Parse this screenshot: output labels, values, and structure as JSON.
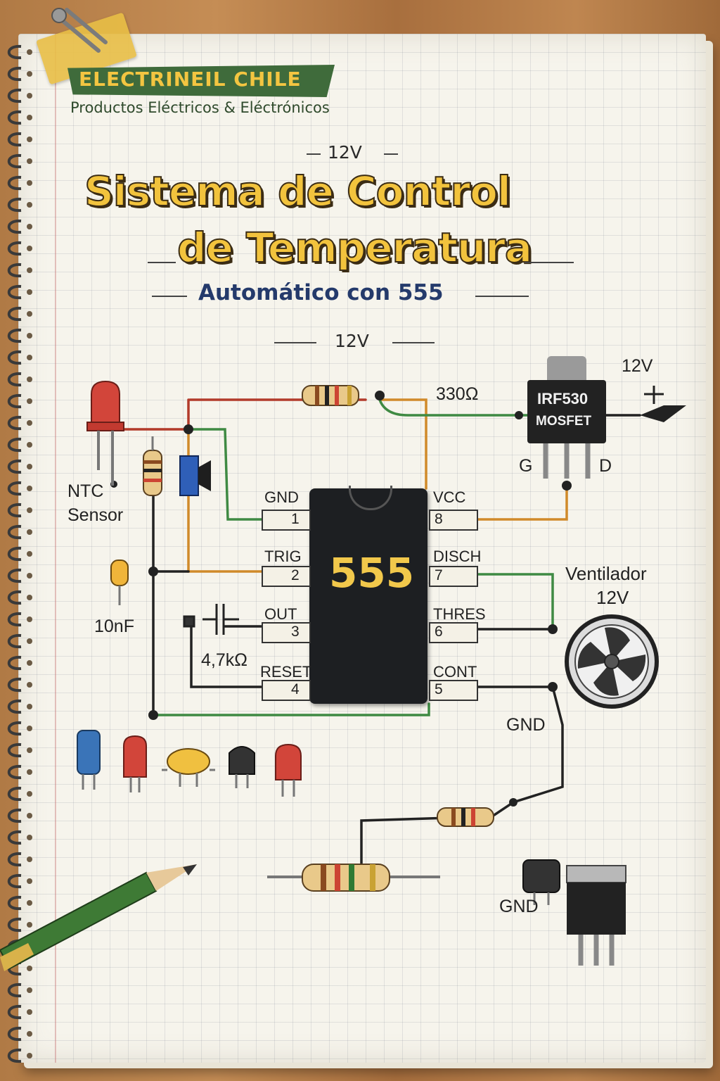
{
  "brand": {
    "name": "ELECTRINEIL CHILE",
    "tagline": "Productos Eléctricos & Eléctrónicos"
  },
  "header": {
    "voltage_top": "12V",
    "title_line1": "Sistema de Control",
    "title_line2": "de Temperatura",
    "subtitle": "Automático con 555"
  },
  "diagram": {
    "supply_label": "12V",
    "resistor_top_label": "330Ω",
    "mosfet": {
      "line1": "IRF530",
      "line2": "MOSFET",
      "pin_g": "G",
      "pin_d": "D",
      "supply": "12V"
    },
    "ic": {
      "label": "555",
      "pins_left": [
        {
          "name": "GND",
          "num": "1"
        },
        {
          "name": "TRIG",
          "num": "2"
        },
        {
          "name": "OUT",
          "num": "3"
        },
        {
          "name": "RESET",
          "num": "4"
        }
      ],
      "pins_right": [
        {
          "name": "VCC",
          "num": "8"
        },
        {
          "name": "DISCH",
          "num": "7"
        },
        {
          "name": "THRES",
          "num": "6"
        },
        {
          "name": "CONT",
          "num": "5"
        }
      ]
    },
    "sensor_label_1": "NTC",
    "sensor_label_2": "Sensor",
    "cap_label": "10nF",
    "resistor_label": "4,7kΩ",
    "fan_label_1": "Ventilador",
    "fan_label_2": "12V",
    "gnd_label_1": "GND",
    "gnd_label_2": "GND"
  },
  "colors": {
    "wire_red": "#b23a2a",
    "wire_green": "#3f8a43",
    "wire_orange": "#d08a2a",
    "wire_black": "#222222",
    "title_yellow": "#f2c33d",
    "subtitle_blue": "#243a6b"
  }
}
